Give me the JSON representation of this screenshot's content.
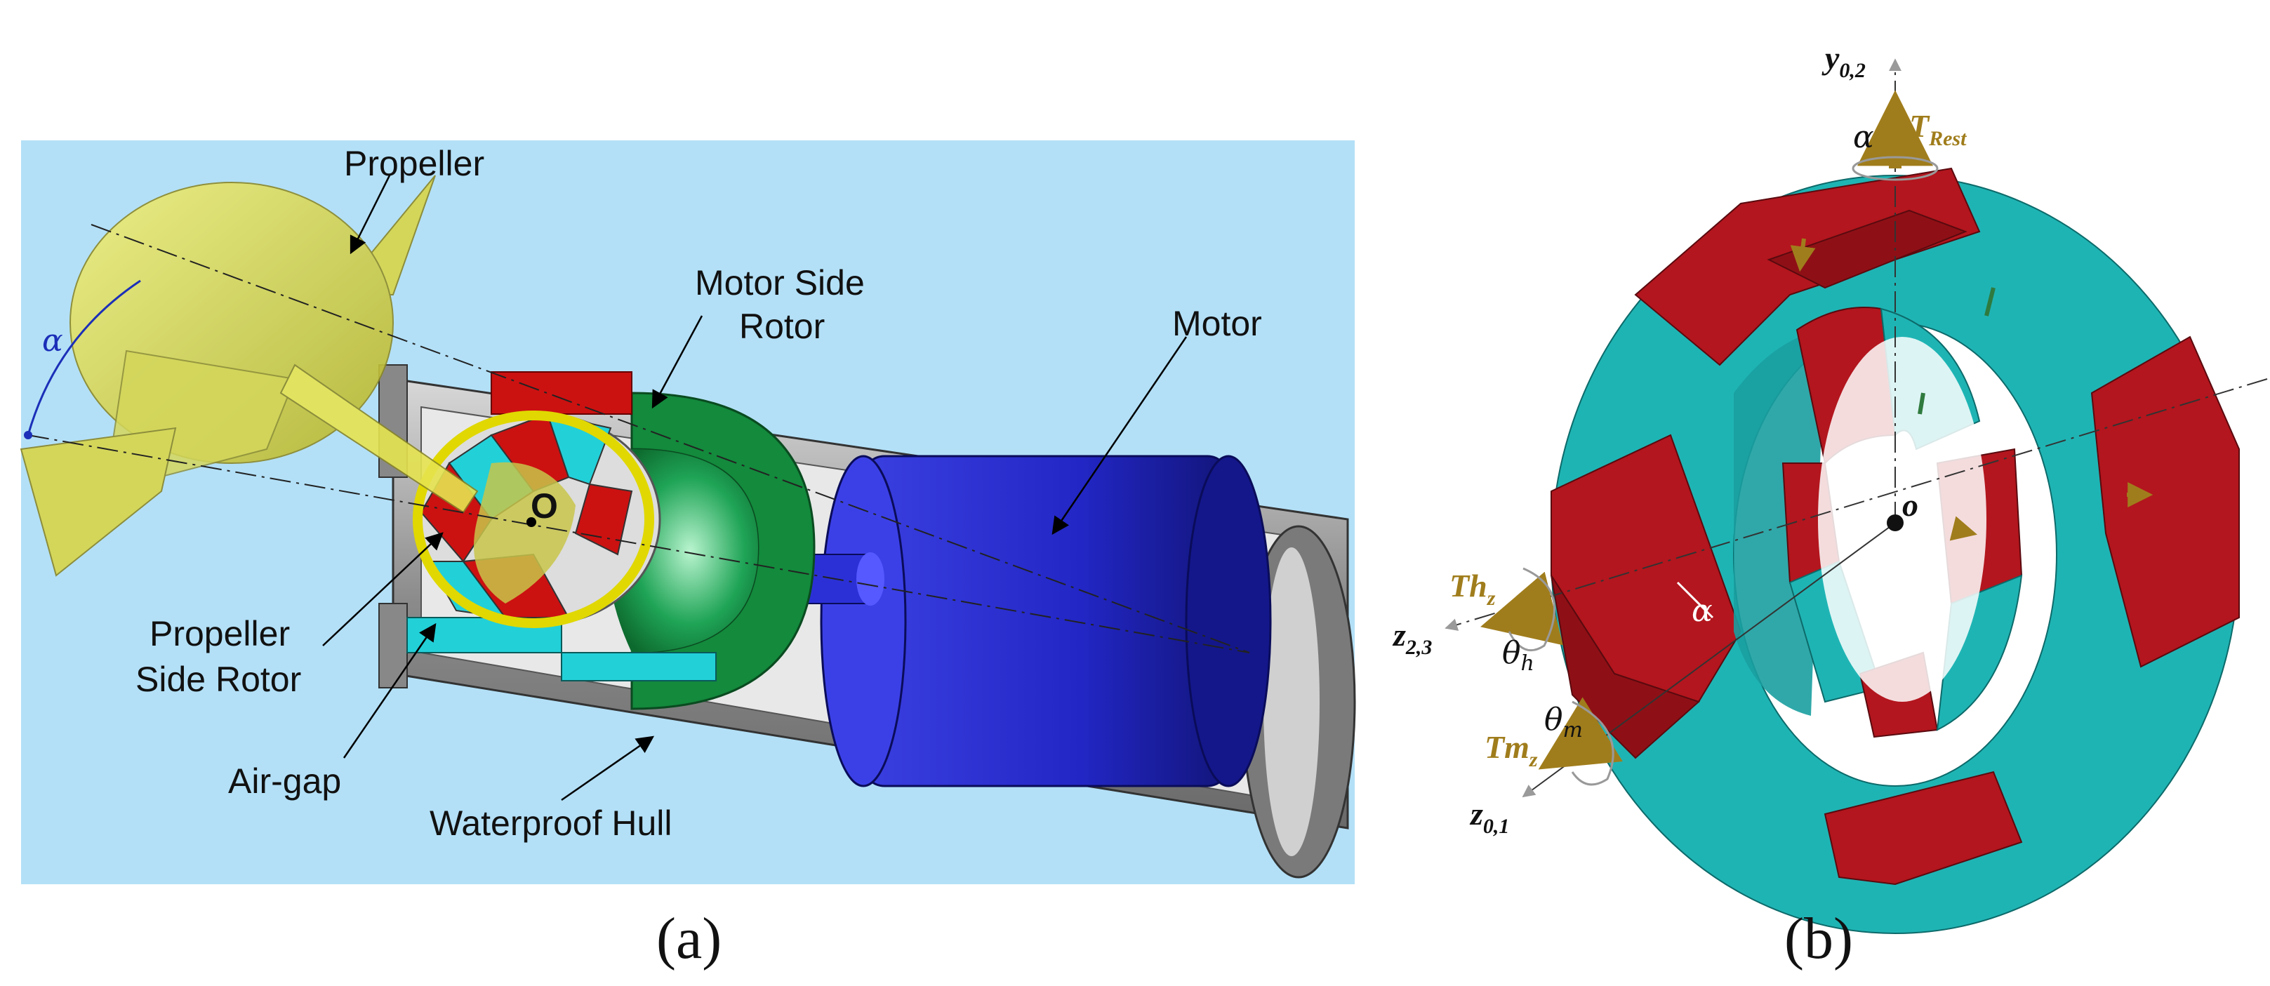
{
  "panel_a": {
    "labels": {
      "propeller": "Propeller",
      "motor_side_rotor_line1": "Motor Side",
      "motor_side_rotor_line2": "Rotor",
      "motor": "Motor",
      "propeller_side_rotor_line1": "Propeller",
      "propeller_side_rotor_line2": "Side Rotor",
      "air_gap": "Air-gap",
      "waterproof_hull": "Waterproof Hull",
      "origin": "O",
      "alpha": "α"
    },
    "caption": "(a)",
    "colors": {
      "background": "#b3e0f7",
      "propeller": "#e2e05a",
      "rotor_red": "#cc1111",
      "rotor_cyan": "#22d0d8",
      "motor_side_green": "#138a3c",
      "motor_blue": "#2a2fd0",
      "hull_gray": "#9a9a9a"
    }
  },
  "panel_b": {
    "labels": {
      "y_axis": "y",
      "y_axis_sub": "0,2",
      "t_rest": "T",
      "t_rest_sub": "Rest",
      "alpha_top": "α",
      "origin": "o",
      "th_z": "Th",
      "th_z_sub": "z",
      "theta_h": "θ",
      "theta_h_sub": "h",
      "z23": "z",
      "z23_sub": "2,3",
      "theta_m": "θ",
      "theta_m_sub": "m",
      "tm_z": "Tm",
      "tm_z_sub": "z",
      "z01": "z",
      "z01_sub": "0,1",
      "alpha_mid": "α"
    },
    "caption": "(b)",
    "colors": {
      "magnet_red": "#b3161e",
      "magnet_cyan": "#1fb4b4",
      "arrow_gold": "#a07d1c"
    }
  }
}
